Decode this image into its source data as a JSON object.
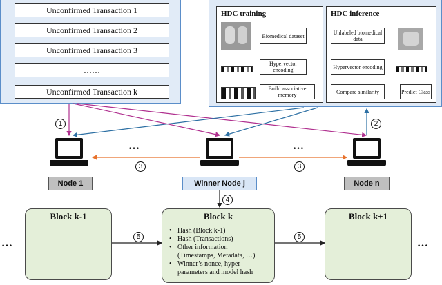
{
  "pool": {
    "transactions": [
      "Unconfirmed Transaction 1",
      "Unconfirmed Transaction 2",
      "Unconfirmed Transaction 3",
      "……",
      "Unconfirmed Transaction k"
    ]
  },
  "hdc": {
    "training": {
      "title": "HDC training",
      "steps": [
        "Biomedical dataset",
        "Hypervector encoding",
        "Build associative memory"
      ]
    },
    "inference": {
      "title": "HDC inference",
      "steps": [
        "Unlabeled biomedical data",
        "Hypervector encoding",
        "Compare similarity"
      ],
      "predict": "Predict Class"
    }
  },
  "nodes": {
    "node1": "Node 1",
    "winner": "Winner Node j",
    "noden": "Node n",
    "ellipsis": "…"
  },
  "steps": {
    "s1": "1",
    "s2": "2",
    "s3": "3",
    "s4": "4",
    "s5": "5"
  },
  "blocks": {
    "prev": {
      "title": "Block k-1"
    },
    "current": {
      "title": "Block k",
      "items": [
        "Hash (Block k-1)",
        "Hash (Transactions)",
        "Other information",
        "(Timestamps, Metadata, …)",
        "Winner’s nonce, hyper-",
        "parameters and model hash"
      ]
    },
    "next": {
      "title": "Block k+1"
    },
    "ellipsis": "…"
  },
  "colors": {
    "arrow_magenta": "#b0308f",
    "arrow_blue": "#2c6fa3",
    "arrow_orange": "#e8722b",
    "panel_fill": "#dfe9f6",
    "block_fill": "#e4efd9"
  }
}
